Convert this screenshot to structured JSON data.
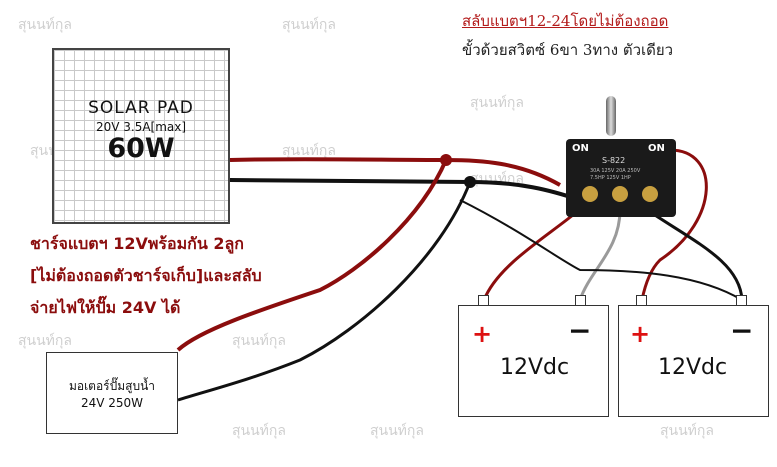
{
  "heading": {
    "line1": "สลับแบตฯ12-24โดยไม่ต้องถอด",
    "line2": "ขั้วด้วยสวิตซ์ 6ขา 3ทาง ตัวเดียว"
  },
  "solar_pad": {
    "title": "SOLAR PAD",
    "spec": "20V  3.5A[max]",
    "watt": "60W"
  },
  "note": {
    "line1": "ชาร์จแบตฯ 12Vพร้อมกัน 2ลูก",
    "line2": "[ไม่ต้องถอดตัวชาร์จเก็บ]และสลับ",
    "line3": "จ่ายไฟให้ปั๊ม 24V ได้"
  },
  "motor": {
    "line1": "มอเตอร์ปั๊มสูบน้ำ",
    "line2": "24V 250W"
  },
  "switch": {
    "on_left": "ON",
    "on_right": "ON",
    "model": "S-822",
    "rating1": "30A 125V 20A 250V",
    "rating2": "7.5HP 125V 1HP"
  },
  "batteries": [
    {
      "plus": "+",
      "minus": "−",
      "voltage": "12Vdc"
    },
    {
      "plus": "+",
      "minus": "−",
      "voltage": "12Vdc"
    }
  ],
  "watermark": "สุนนท์กุล",
  "colors": {
    "wire_red": "#8b0d0d",
    "wire_black": "#111111",
    "wire_gray": "#9a9a9a",
    "note_text": "#8b0d0d",
    "heading_text": "#b31a1a",
    "plus_sign": "#d11111"
  }
}
